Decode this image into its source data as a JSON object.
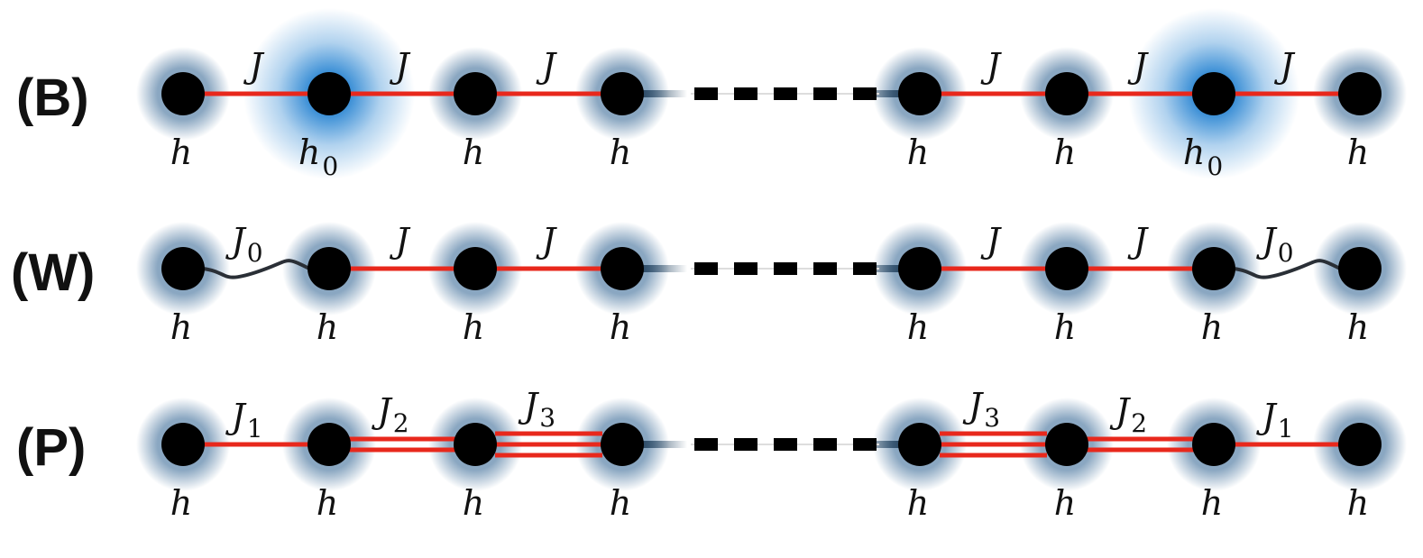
{
  "rows": [
    {
      "label": "(B)",
      "site_fields": [
        "h",
        "h",
        "h",
        "h",
        "h",
        "h",
        "h",
        "h"
      ],
      "site_field_subscripts": [
        "",
        "0",
        "",
        "",
        "",
        "",
        "0",
        ""
      ],
      "highlighted_sites": [
        1,
        6
      ],
      "bond_labels": [
        "J",
        "J",
        "J",
        "J",
        "J",
        "J"
      ],
      "bond_subscripts": [
        "",
        "",
        "",
        "",
        "",
        ""
      ],
      "bond_multiplicity": [
        1,
        1,
        1,
        1,
        1,
        1
      ],
      "wavy_bonds": []
    },
    {
      "label": "(W)",
      "site_fields": [
        "h",
        "h",
        "h",
        "h",
        "h",
        "h",
        "h",
        "h"
      ],
      "site_field_subscripts": [
        "",
        "",
        "",
        "",
        "",
        "",
        "",
        ""
      ],
      "highlighted_sites": [],
      "bond_labels": [
        "J",
        "J",
        "J",
        "J",
        "J",
        "J"
      ],
      "bond_subscripts": [
        "0",
        "",
        "",
        "",
        "",
        "0"
      ],
      "bond_multiplicity": [
        1,
        1,
        1,
        1,
        1,
        1
      ],
      "wavy_bonds": [
        0,
        5
      ]
    },
    {
      "label": "(P)",
      "site_fields": [
        "h",
        "h",
        "h",
        "h",
        "h",
        "h",
        "h",
        "h"
      ],
      "site_field_subscripts": [
        "",
        "",
        "",
        "",
        "",
        "",
        "",
        ""
      ],
      "highlighted_sites": [],
      "bond_labels": [
        "J",
        "J",
        "J",
        "J",
        "J",
        "J"
      ],
      "bond_subscripts": [
        "1",
        "2",
        "3",
        "3",
        "2",
        "1"
      ],
      "bond_multiplicity": [
        1,
        2,
        3,
        3,
        2,
        1
      ],
      "wavy_bonds": []
    }
  ],
  "colors": {
    "site": "#000000",
    "halo": "#2b5f8f",
    "highlight_halo": "#1f7fd0",
    "bond": "#e8281c",
    "wavy_bond": "#2a2f36",
    "dashes": "#000000"
  }
}
